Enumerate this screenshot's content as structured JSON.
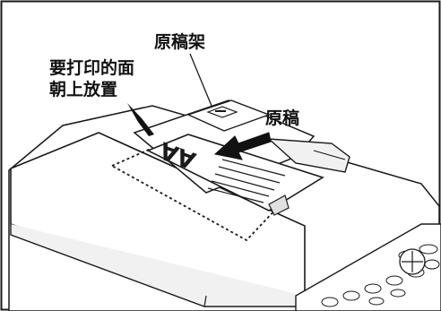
{
  "callouts": {
    "face_up_line1": "要打印的面",
    "face_up_line2": "朝上放置",
    "original_holder": "原稿架",
    "original": "原稿"
  },
  "paper_mark": "AA",
  "colors": {
    "frame": "#1a1a1a",
    "fill_light": "#ffffff",
    "fill_shade": "#e9e9e9",
    "arrow": "#111111"
  }
}
